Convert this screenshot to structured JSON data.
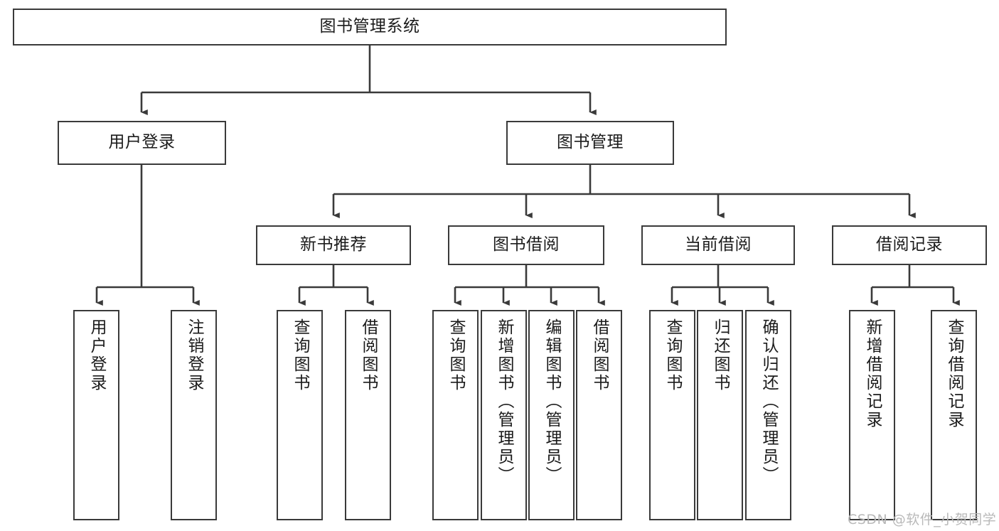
{
  "diagram": {
    "title": "图书管理系统",
    "type": "tree",
    "stroke_color": "#3a3a3a",
    "text_color": "#1b1b1b",
    "background_color": "#ffffff"
  },
  "root": {
    "label": "图书管理系统"
  },
  "level2": [
    {
      "label": "用户登录"
    },
    {
      "label": "图书管理"
    }
  ],
  "level3": [
    {
      "label": "新书推荐"
    },
    {
      "label": "图书借阅"
    },
    {
      "label": "当前借阅"
    },
    {
      "label": "借阅记录"
    }
  ],
  "leaves": {
    "user_login": [
      {
        "label": "用户登录"
      },
      {
        "label": "注销登录"
      }
    ],
    "new_book_recommend": [
      {
        "label": "查询图书"
      },
      {
        "label": "借阅图书"
      }
    ],
    "book_borrow": [
      {
        "label": "查询图书"
      },
      {
        "label": "新增图书（管理员）"
      },
      {
        "label": "编辑图书（管理员）"
      },
      {
        "label": "借阅图书"
      }
    ],
    "current_borrow": [
      {
        "label": "查询图书"
      },
      {
        "label": "归还图书"
      },
      {
        "label": "确认归还（管理员）"
      }
    ],
    "borrow_record": [
      {
        "label": "新增借阅记录"
      },
      {
        "label": "查询借阅记录"
      }
    ]
  },
  "watermark": {
    "text": "CSDN @软件_小贺同学"
  }
}
